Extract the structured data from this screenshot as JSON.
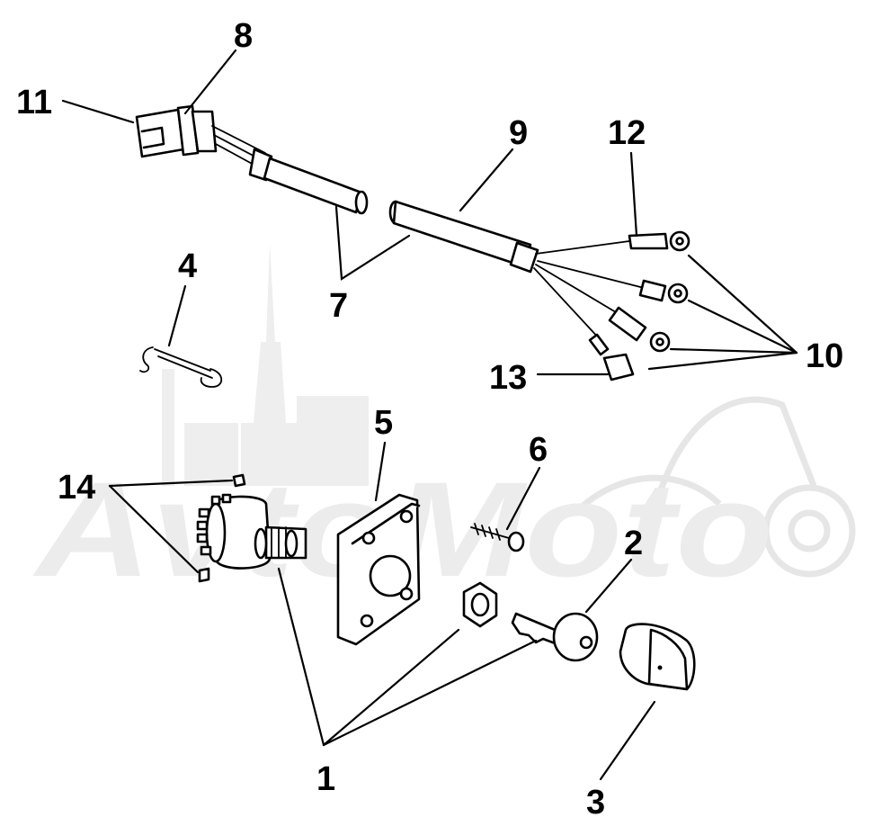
{
  "watermark": {
    "text": "AvtoMoto"
  },
  "callouts": {
    "c1": "1",
    "c2": "2",
    "c3": "3",
    "c4": "4",
    "c5": "5",
    "c6": "6",
    "c7": "7",
    "c8": "8",
    "c9": "9",
    "c10": "10",
    "c11": "11",
    "c12": "12",
    "c13": "13",
    "c14": "14"
  },
  "colors": {
    "line": "#000000",
    "watermark": "#e8e8e8",
    "background": "#ffffff"
  }
}
